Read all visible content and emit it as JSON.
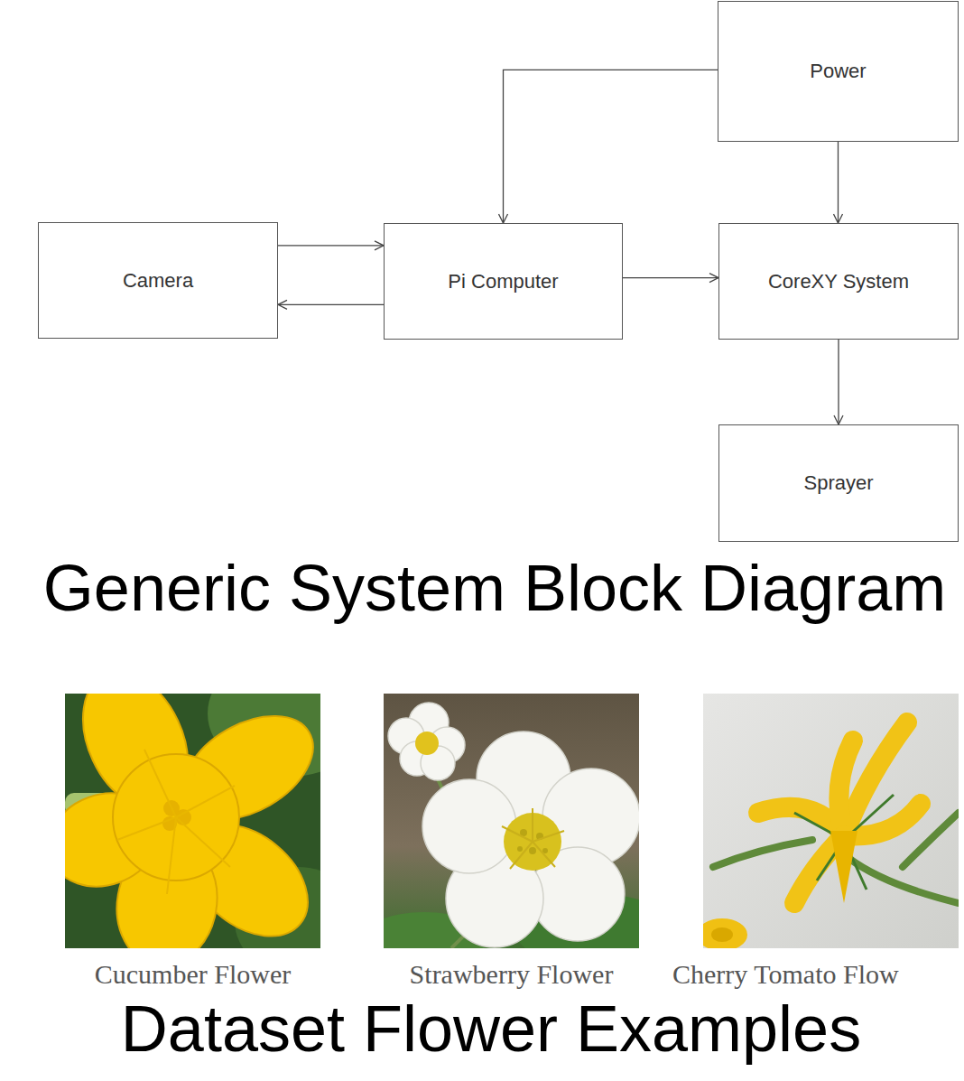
{
  "diagram": {
    "title": "Generic System Block Diagram",
    "caption": "Dataset Flower Examples",
    "nodes": [
      {
        "text": [
          "Power"
        ]
      },
      {
        "text": [
          "Camera"
        ]
      },
      {
        "text": [
          "Pi Computer"
        ]
      },
      {
        "text": [
          "CoreXY System"
        ]
      },
      {
        "text": [
          "Sprayer"
        ]
      }
    ],
    "edges": [
      {
        "from": 1,
        "to": 2,
        "arrow": "to"
      },
      {
        "from": 2,
        "to": 1,
        "arrow": "to"
      },
      {
        "from": 0,
        "to": 2,
        "arrow": "to"
      },
      {
        "from": 0,
        "to": 3,
        "arrow": "to"
      },
      {
        "from": 2,
        "to": 3,
        "arrow": "to"
      },
      {
        "from": 3,
        "to": 4,
        "arrow": "to"
      }
    ],
    "labels": [
      "Cucumber Flower",
      "Strawberry Flower",
      "Cherry Tomato Flow"
    ]
  }
}
